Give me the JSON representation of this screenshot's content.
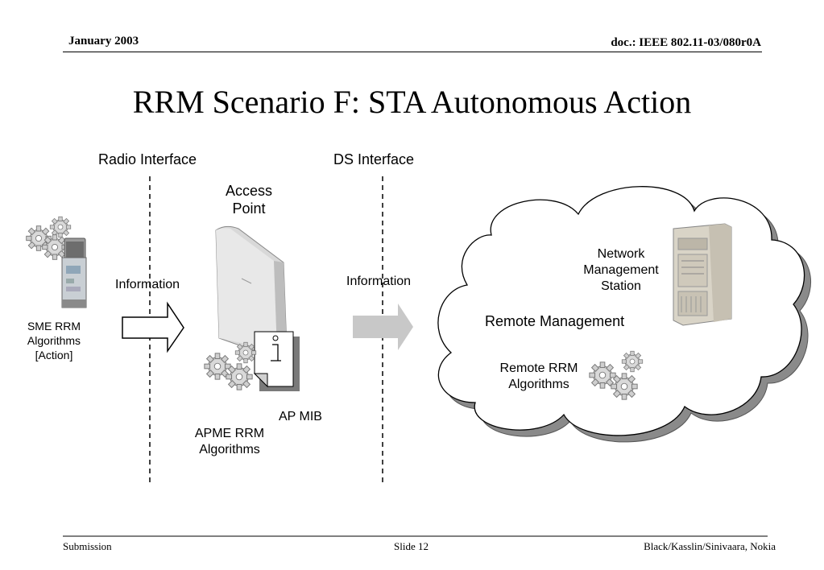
{
  "header": {
    "date": "January 2003",
    "doc": "doc.: IEEE 802.11-03/080r0A"
  },
  "title": "RRM Scenario F: STA Autonomous Action",
  "diagram": {
    "radio_interface": "Radio Interface",
    "ds_interface": "DS Interface",
    "access_point": [
      "Access",
      "Point"
    ],
    "info_left": "Information",
    "info_right": "Information",
    "sme": [
      "SME RRM",
      "Algorithms",
      "[Action]"
    ],
    "ap_mib": "AP MIB",
    "apme": [
      "APME RRM",
      "Algorithms"
    ],
    "nms": [
      "Network",
      "Management",
      "Station"
    ],
    "remote_management": "Remote Management",
    "remote_rrm": [
      "Remote RRM",
      "Algorithms"
    ]
  },
  "footer": {
    "left": "Submission",
    "center": "Slide 12",
    "right": "Black/Kasslin/Sinivaara, Nokia"
  },
  "colors": {
    "arrow_right_fill": "#c8c8c8",
    "cloud_shadow": "#8a8a8a",
    "gear": "#cfcfcf"
  }
}
